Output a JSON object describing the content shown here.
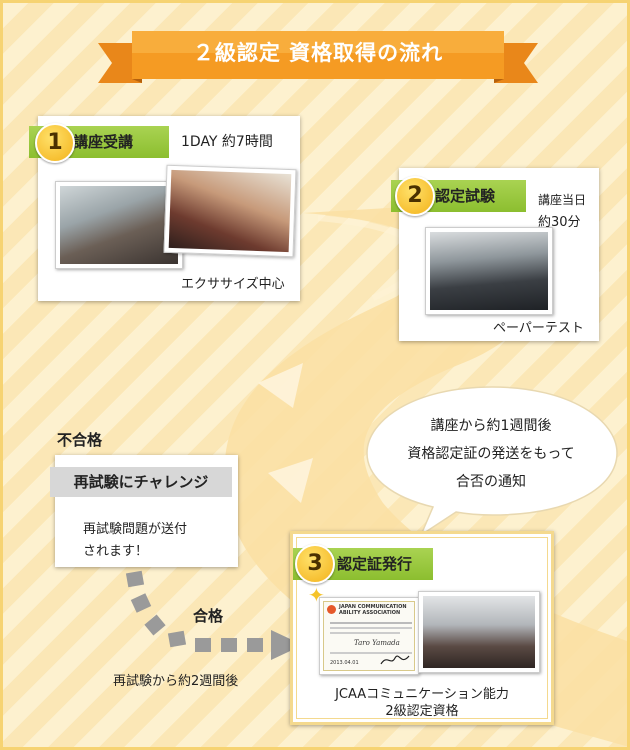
{
  "header": {
    "title": "２級認定 資格取得の流れ"
  },
  "step1": {
    "number": "1",
    "label": "講座受講",
    "duration": "1DAY 約7時間",
    "caption": "エクササイズ中心"
  },
  "step2": {
    "number": "2",
    "label": "認定試験",
    "duration_line1": "講座当日",
    "duration_line2": "約30分",
    "caption": "ペーパーテスト"
  },
  "notice": {
    "line1": "講座から約1週間後",
    "line2": "資格認定証の発送をもって",
    "line3": "合否の通知"
  },
  "fail": {
    "heading": "不合格",
    "label": "再試験にチャレンジ",
    "line1": "再試験問題が送付",
    "line2": "されます！"
  },
  "pass": {
    "label": "合格",
    "timing": "再試験から約2週間後"
  },
  "step3": {
    "number": "3",
    "label": "認定証発行",
    "caption_line1": "JCAAコミュニケーション能力",
    "caption_line2": "2級認定資格",
    "certificate": {
      "org_line1": "JAPAN COMMUNICATION",
      "org_line2": "ABILITY ASSOCIATION",
      "signature": "Taro Yamada",
      "date": "2013.04.01"
    }
  },
  "colors": {
    "accent_orange": "#f29a1f",
    "accent_green": "#96c63a",
    "badge_yellow": "#f5c32a",
    "gray_tag": "#d7d7d7"
  }
}
